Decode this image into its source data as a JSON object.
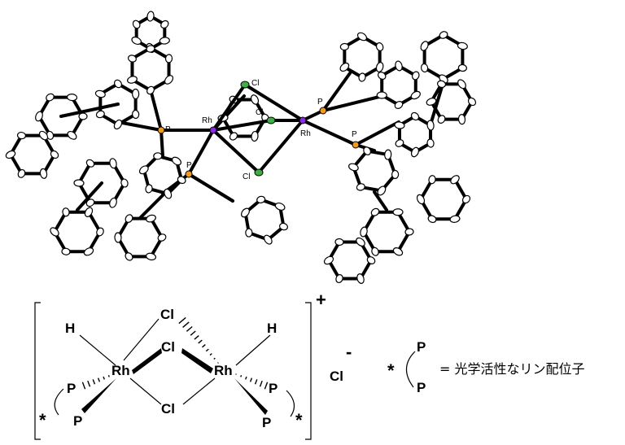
{
  "colors": {
    "rhodium": "#8a2be2",
    "phosphorus": "#f29a1e",
    "chlorine": "#3cb043",
    "carbon": "#ffffff"
  },
  "crystal_structure": {
    "labels": {
      "p1": "P",
      "rh1": "Rh",
      "p2": "P",
      "cl1": "Cl",
      "cl2": "Cl",
      "cl3": "Cl",
      "rh2": "Rh",
      "p3": "P",
      "p4": "P"
    }
  },
  "scheme": {
    "charge_plus": "+",
    "h_left": "H",
    "h_right": "H",
    "cl_top": "Cl",
    "cl_mid": "Cl",
    "cl_bottom": "Cl",
    "rh_left": "Rh",
    "rh_right": "Rh",
    "p_left_upper": "P",
    "p_left_lower": "P",
    "p_right_upper": "P",
    "p_right_lower": "P",
    "star_left": "*",
    "star_right": "*",
    "counterion": "Cl",
    "counterion_charge": "-"
  },
  "legend": {
    "star": "*",
    "p_upper": "P",
    "p_lower": "P",
    "description": "= 光学活性なリン配位子"
  }
}
